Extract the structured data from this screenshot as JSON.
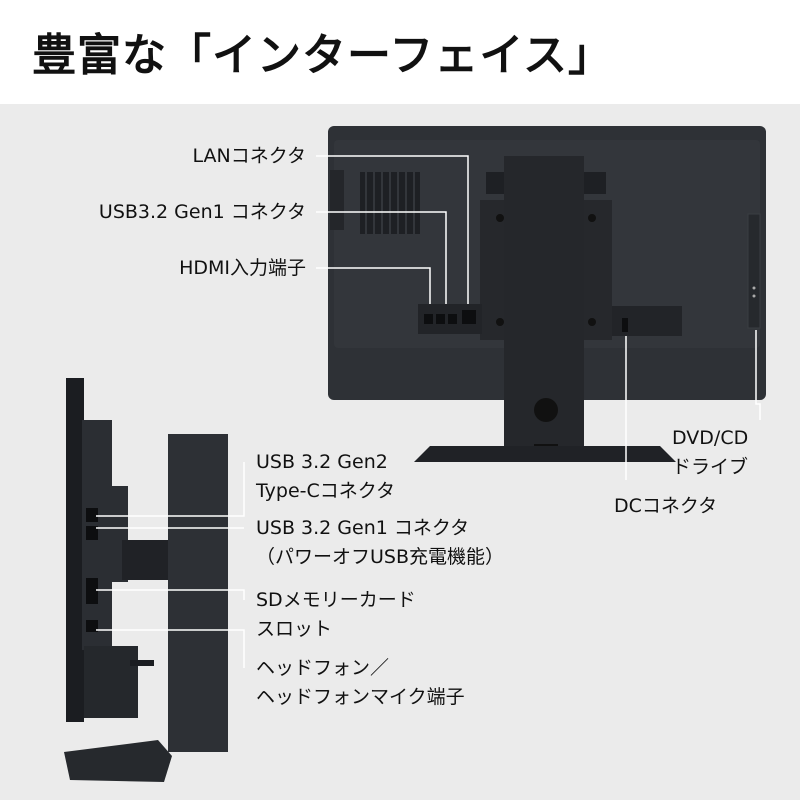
{
  "title": "豊富な「インターフェイス」",
  "back_view": {
    "callouts": {
      "lan": "LANコネクタ",
      "usb_gen1": "USB3.2 Gen1 コネクタ",
      "hdmi": "HDMI入力端子",
      "dvd_line1": "DVD/CD",
      "dvd_line2": "ドライブ",
      "dc": "DCコネクタ"
    }
  },
  "side_view": {
    "callouts": {
      "usb_c_line1": "USB 3.2 Gen2",
      "usb_c_line2": "Type-Cコネクタ",
      "usb_gen1_line1": "USB 3.2 Gen1 コネクタ",
      "usb_gen1_line2": "（パワーオフUSB充電機能）",
      "sd_line1": "SDメモリーカード",
      "sd_line2": "スロット",
      "headphone_line1": "ヘッドフォン／",
      "headphone_line2": "ヘッドフォンマイク端子"
    }
  },
  "colors": {
    "background": "#ebebeb",
    "title_bar": "#ffffff",
    "device": "#2b2e33",
    "device_dark": "#1c1e22",
    "leader_line": "#ffffff"
  }
}
